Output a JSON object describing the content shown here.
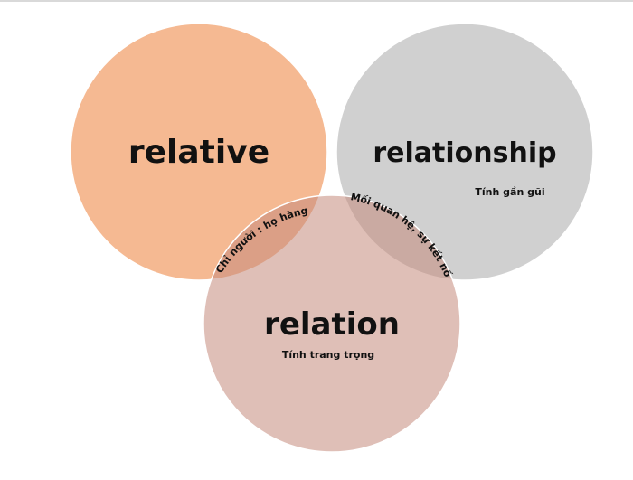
{
  "circles": {
    "relative": {
      "label": "relative",
      "color": "#F3A97A"
    },
    "relationship": {
      "label": "relationship",
      "note": "Tính gần gũi",
      "color": "#C8C8C8"
    },
    "relation": {
      "label": "relation",
      "note": "Tính trang trọng",
      "color": "#D8B0A6"
    }
  },
  "overlaps": {
    "relative_relation": "Chỉ người : họ hàng",
    "relationship_relation": "Mối quan hệ, sự kết nối"
  },
  "colors": {
    "outline": "#ffffff",
    "text": "#111111"
  }
}
